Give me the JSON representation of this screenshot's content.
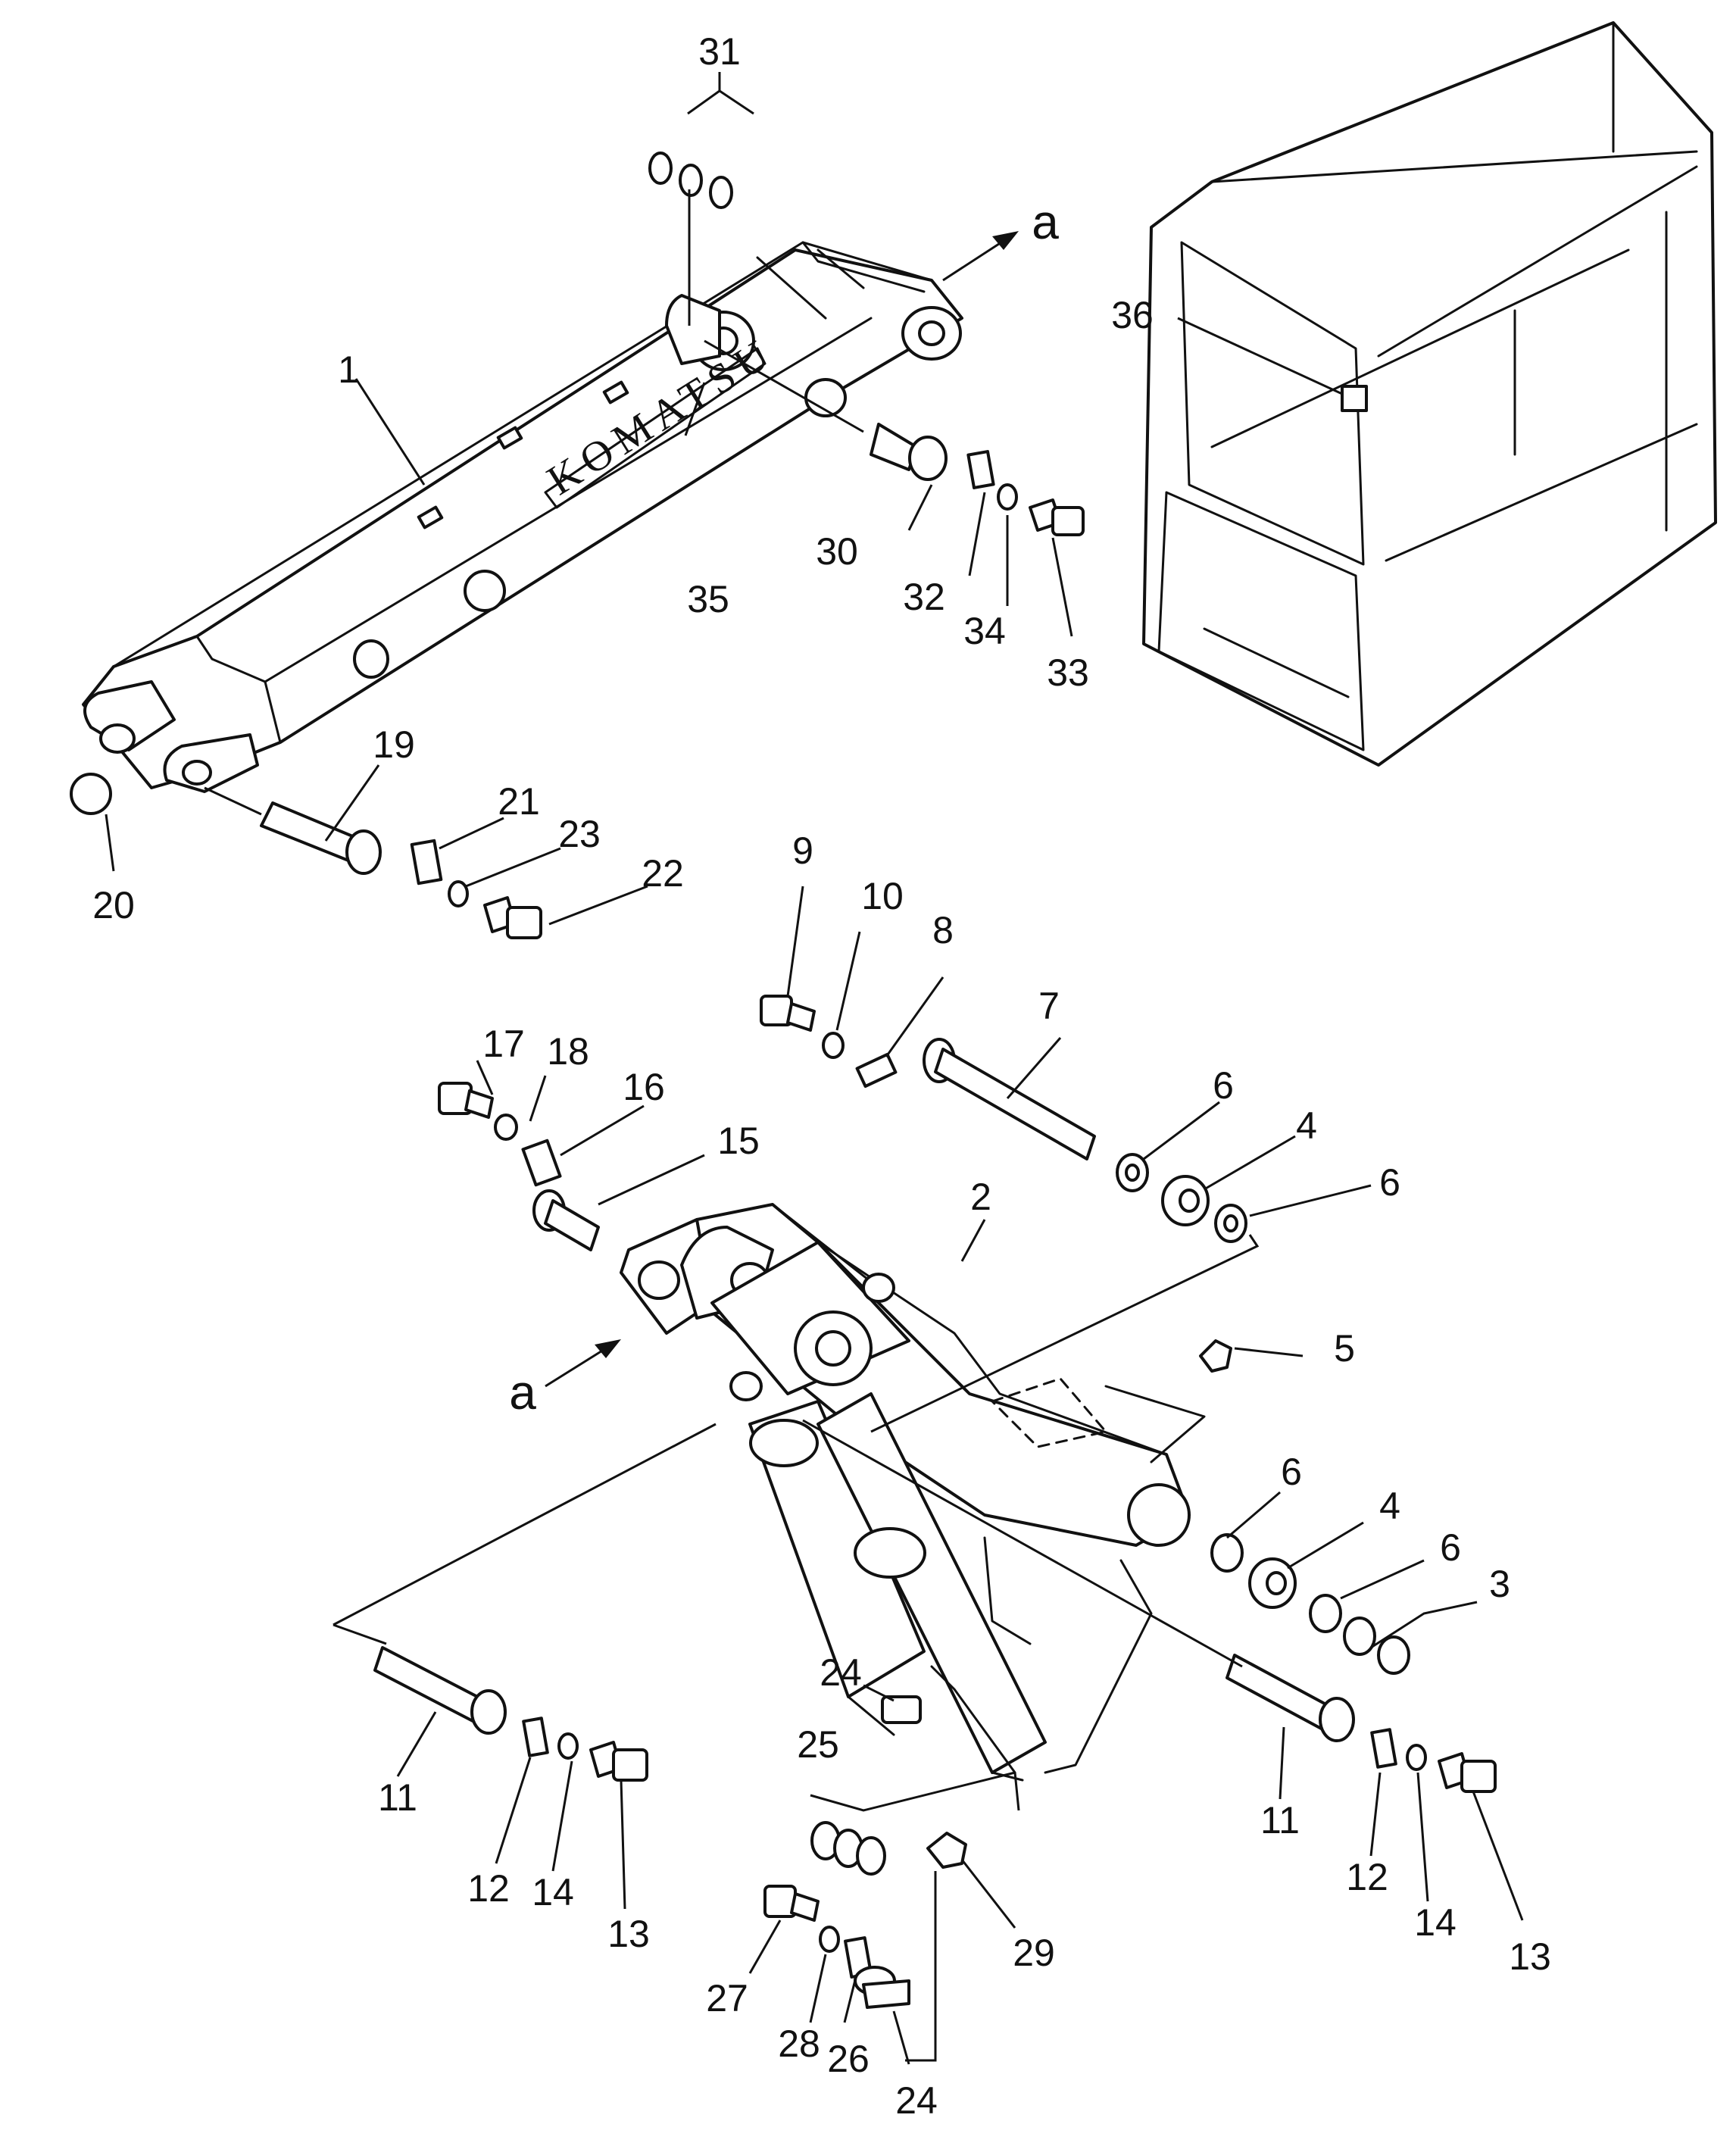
{
  "brand_text": "KOMATSU",
  "view_marker": "a",
  "callouts": {
    "c1": "1",
    "c2": "2",
    "c3": "3",
    "c4a": "4",
    "c4b": "4",
    "c5": "5",
    "c6a": "6",
    "c6b": "6",
    "c6c": "6",
    "c6d": "6",
    "c7": "7",
    "c8": "8",
    "c9": "9",
    "c10": "10",
    "c11a": "11",
    "c11b": "11",
    "c12a": "12",
    "c12b": "12",
    "c13a": "13",
    "c13b": "13",
    "c14a": "14",
    "c14b": "14",
    "c15": "15",
    "c16": "16",
    "c17": "17",
    "c18": "18",
    "c19": "19",
    "c20": "20",
    "c21": "21",
    "c22": "22",
    "c23": "23",
    "c24a": "24",
    "c24b": "24",
    "c25": "25",
    "c26": "26",
    "c27": "27",
    "c28": "28",
    "c29": "29",
    "c30": "30",
    "c31": "31",
    "c32": "32",
    "c33": "33",
    "c34": "34",
    "c35": "35",
    "c36": "36"
  }
}
